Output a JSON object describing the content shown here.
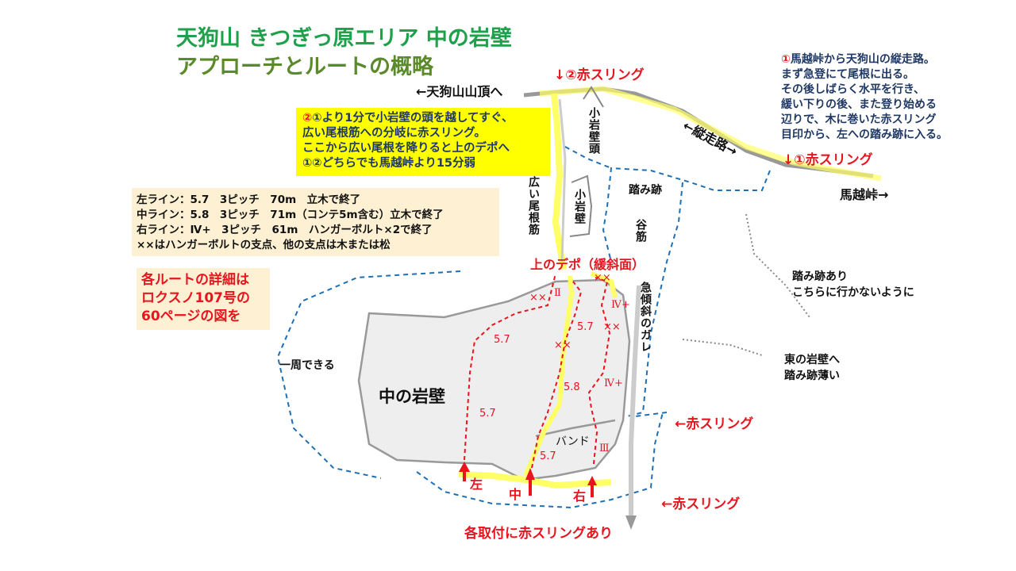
{
  "title": {
    "line1": "天狗山 きつぎっ原エリア 中の岩壁",
    "line2": "アプローチとルートの概略"
  },
  "labels": {
    "summit": "←天狗山山頂へ",
    "sling2": "↓②赤スリング",
    "sling1": "↓①赤スリング",
    "traverse": "←縦走路→",
    "umakoshi": "馬越峠→",
    "small_wall_head": "小岩壁頭",
    "small_wall": "小岩壁",
    "wide_ridge": "広い尾根筋",
    "trail": "踏み跡",
    "valley": "谷筋",
    "upper_depot": "上のデポ（緩斜面）",
    "steep_scree": "急傾斜のガレ",
    "trail_exists": "踏み跡あり",
    "dont_go": "こちらに行かないように",
    "east_wall": "東の岩壁へ",
    "east_trail": "踏み跡薄い",
    "loop": "一周できる",
    "wall_name": "中の岩壁",
    "band": "バンド",
    "sling_right1": "←赤スリング",
    "sling_right2": "←赤スリング",
    "start_slings": "各取付に赤スリングあり",
    "left": "左",
    "center": "中",
    "right": "右"
  },
  "yellow_note": {
    "mark": "②",
    "lines": [
      "①より1分で小岩壁の頭を越してすぐ、",
      "広い尾根筋への分岐に赤スリング。",
      "ここから広い尾根を降りると上のデポへ",
      "①②どちらでも馬越峠より15分弱"
    ]
  },
  "route_table": [
    "左ライン：5.7　3ピッチ　70m　立木で終了",
    "中ライン：5.8　3ピッチ　71m（コンテ5m含む）立木で終了",
    "右ライン：Ⅳ+　3ピッチ　61m　ハンガーボルト×2で終了",
    "××はハンガーボルトの支点、他の支点は木または松"
  ],
  "reference": [
    "各ルートの詳細は",
    "ロクスノ107号の",
    "60ページの図を"
  ],
  "approach_note": {
    "mark": "①",
    "lines": [
      "馬越峠から天狗山の縦走路。",
      "まず急登にて尾根に出る。",
      "その後しばらく水平を行き、",
      "緩い下りの後、また登り始める",
      "辺りで、木に巻いた赤スリング",
      "目印から、左への踏み跡に入る。"
    ]
  },
  "grades": {
    "left_lower": "5.7",
    "left_upper": "5.7",
    "left_top": "Ⅱ",
    "center_lower": "5.7",
    "center_mid": "5.8",
    "center_upper": "5.7",
    "right_lower": "Ⅲ",
    "right_mid": "Ⅳ+",
    "right_upper": "Ⅳ+"
  },
  "bolt": "××",
  "colors": {
    "route": "#e8141e",
    "trail": "#1f6fb5",
    "path_highlight": "#ffff66",
    "rock": "#eeeeee"
  }
}
